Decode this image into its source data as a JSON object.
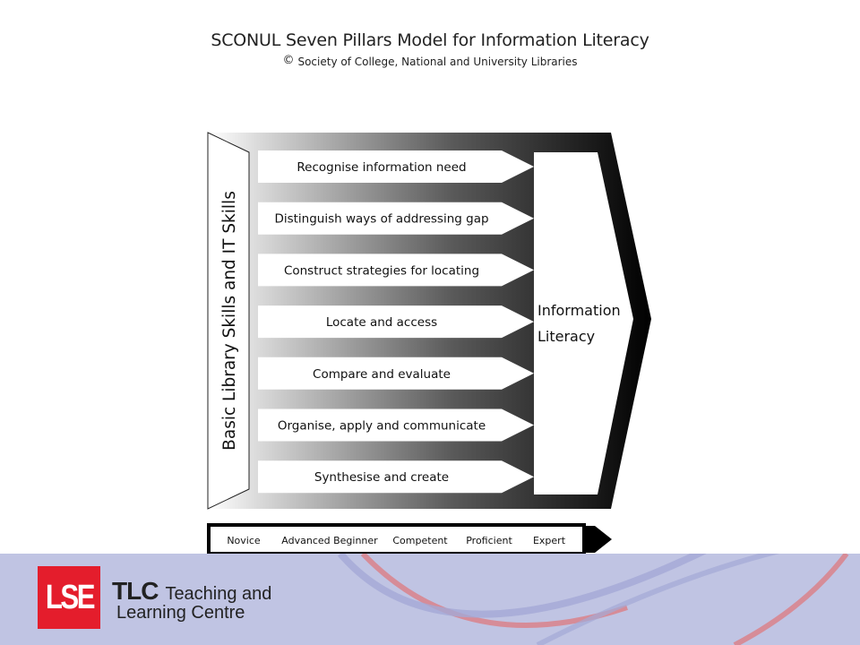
{
  "header": {
    "title": "SCONUL Seven Pillars Model for Information Literacy",
    "copyright_symbol": "©",
    "subtitle": "Society of College, National and University Libraries"
  },
  "diagram": {
    "side_label": "Basic Library Skills and IT Skills",
    "pillars": [
      "Recognise information need",
      "Distinguish ways of addressing gap",
      "Construct strategies for locating",
      "Locate and access",
      "Compare and evaluate",
      "Organise, apply and communicate",
      "Synthesise and create"
    ],
    "target": {
      "line1": "Information",
      "line2": "Literacy"
    },
    "scale": [
      "Novice",
      "Advanced Beginner",
      "Competent",
      "Proficient",
      "Expert"
    ]
  },
  "footer": {
    "logo_text": "LSE",
    "tlc": "TLC",
    "line1": "Teaching and",
    "line2": "Learning Centre",
    "colors": {
      "band": "#c0c4e3",
      "logo": "#e41d2c",
      "arc_red": "#d9838b",
      "arc_blue": "#a4a9d6"
    }
  }
}
